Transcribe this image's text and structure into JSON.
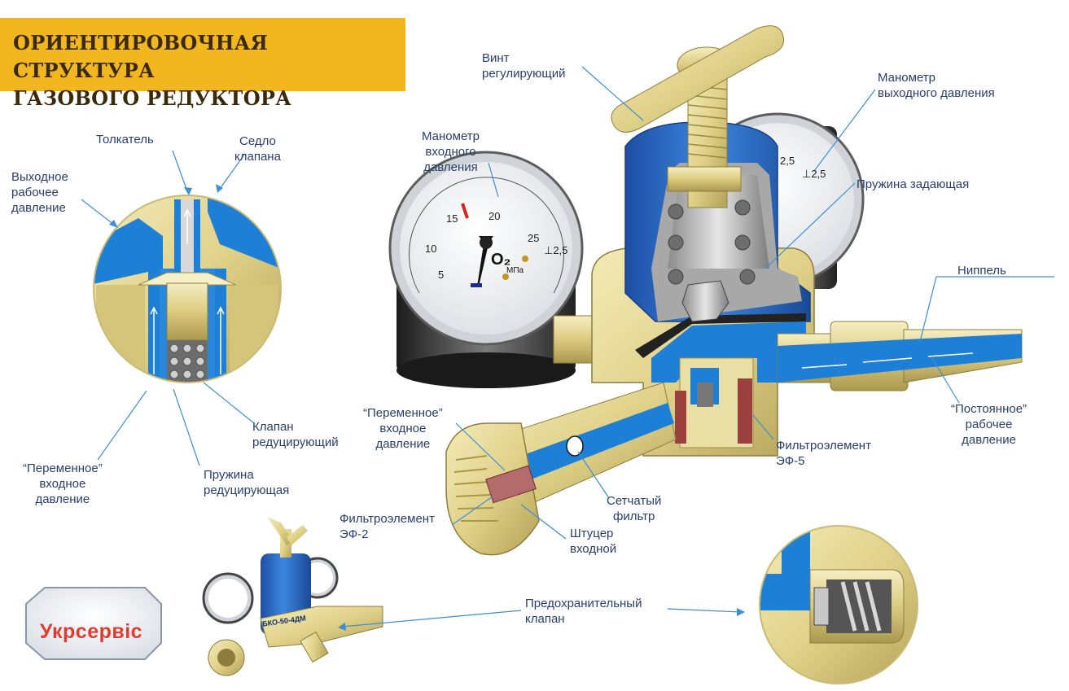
{
  "title": "ОРИЕНТИРОВОЧНАЯ СТРУКТУРА\nГАЗОВОГО РЕДУКТОРА",
  "labels": {
    "tolkatel": "Толкатель",
    "sedlo": "Седло\nклапана",
    "vykhodnoe": "Выходное\nрабочее\nдавление",
    "klapan_red": "Клапан\nредуцирующий",
    "peremennoe_left": "“Переменное”\nвходное\nдавление",
    "pruzhina_red": "Пружина\nредуцирующая",
    "vint": "Винт\nрегулирующий",
    "manometr_vykh": "Манометр\nвыходного давления",
    "manometr_vkh": "Манометр\nвходного\nдавления",
    "pruzhina_zad": "Пружина задающая",
    "nippel": "Ниппель",
    "peremennoe_mid": "“Переменное”\nвходное\nдавление",
    "postoyannoe": "“Постоянное”\nрабочее\nдавление",
    "filtr_ef5": "Фильтроэлемент\nЭФ-5",
    "setchaty": "Сетчатый\nфильтр",
    "filtr_ef2": "Фильтроэлемент\nЭФ-2",
    "shtutser": "Штуцер\nвходной",
    "predokhr": "Предохранительный\nклапан"
  },
  "gauge_inlet": {
    "ticks": [
      "5",
      "10",
      "15",
      "20",
      "25"
    ],
    "unit": "МПа",
    "gas": "O₂",
    "max": "⊥2,5"
  },
  "gauge_outlet": {
    "ticks": [
      "2,5"
    ],
    "max": "⊥2,5"
  },
  "regulator_model": "БКО-50-4ДМ",
  "logo": "Укрсервіс",
  "colors": {
    "title_bg": "#f2b71f",
    "brass": "#e4d690",
    "brass_dark": "#b5a45a",
    "flow_blue": "#1e7fd6",
    "housing_blue": "#2d6fc7",
    "label_text": "#2a3e6b",
    "leader_line": "#3b8fd4",
    "logo_red": "#e23a2e"
  }
}
